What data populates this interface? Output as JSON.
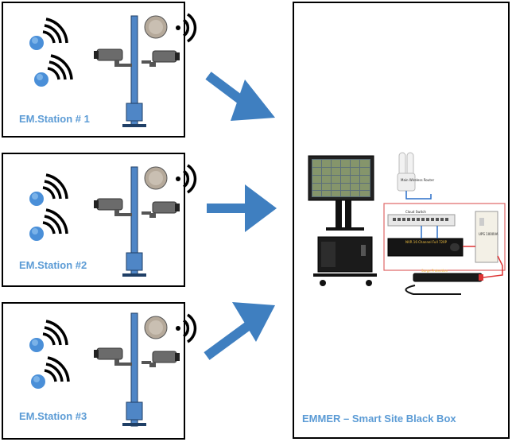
{
  "stations": [
    {
      "label": "EM.Station # 1"
    },
    {
      "label": "EM.Station #2"
    },
    {
      "label": "EM.Station #3"
    }
  ],
  "blackbox": {
    "label": "EMMER – Smart Site Black Box",
    "devices": {
      "router": "Main Wireless Router",
      "switch": "Cloud Switch",
      "nvr": "NVR 16 Channel Full 720P",
      "ups": "UPS 1000VA",
      "surge": "Surge Protection"
    }
  },
  "colors": {
    "accent": "#5b9bd5",
    "pole": "#4f86c6",
    "arrow": "#3f7fc0",
    "camera": "#6b6b6b",
    "sensor": "#4a8fd8"
  }
}
